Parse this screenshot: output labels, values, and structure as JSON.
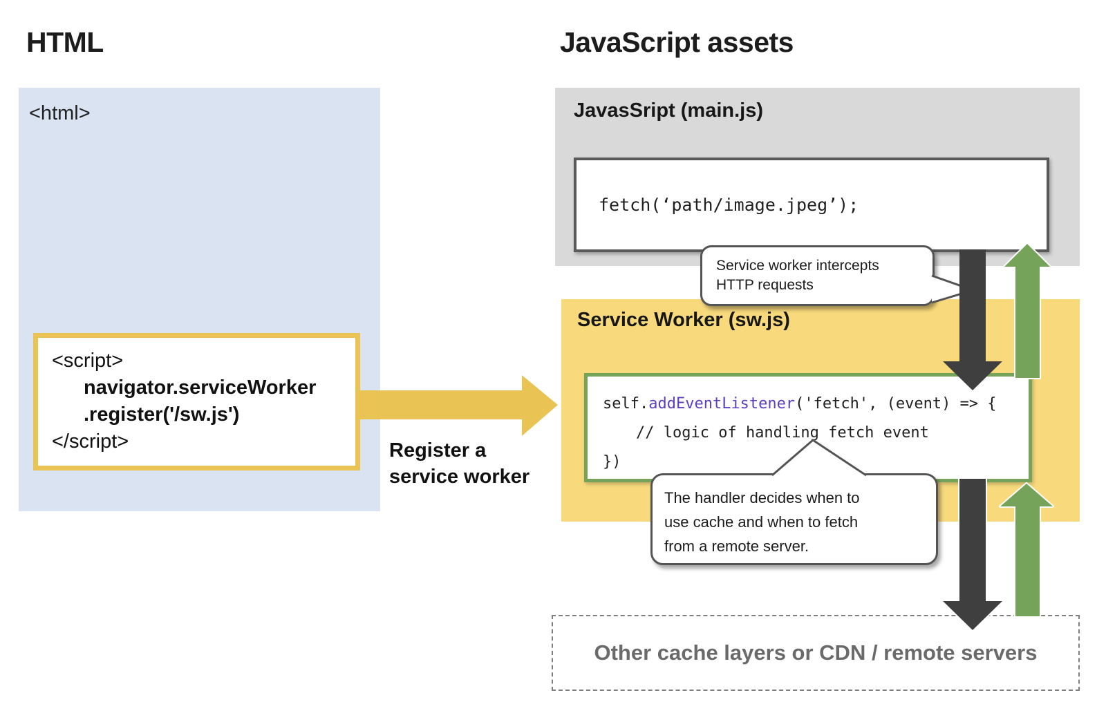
{
  "left": {
    "heading": "HTML",
    "html_tag": "<html>",
    "script_box": {
      "line1": "<script>",
      "line2": "navigator.serviceWorker",
      "line3": ".register('/sw.js')",
      "line4": "</script>"
    },
    "register_label_line1": "Register a",
    "register_label_line2": "service worker"
  },
  "right": {
    "heading": "JavaScript assets",
    "mainjs": {
      "title": "JavasSript (main.js)",
      "code": "fetch(‘path/image.jpeg’);"
    },
    "service_worker": {
      "title": "Service Worker (sw.js)",
      "code_line1_pre": "self.",
      "code_line1_fn": "addEventListener",
      "code_line1_post": "('fetch', (event) => {",
      "code_line2": "// logic of handling fetch event",
      "code_line3": "})"
    },
    "bubble_intercept": {
      "line1": "Service worker intercepts",
      "line2": "HTTP requests"
    },
    "bubble_handler": {
      "line1": "The handler decides when to",
      "line2": "use cache and when to fetch",
      "line3": "from a remote server."
    },
    "servers_box_label": "Other cache layers or CDN / remote servers"
  },
  "colors": {
    "html_panel_blue": "#d9e3f1",
    "assets_panel_gray": "#d9d9d9",
    "service_worker_yellow": "#f8da7c",
    "gold_accent": "#e9c455",
    "green_accent": "#76a35a",
    "dark_arrow": "#3f3f3f",
    "keyword_purple": "#5b3fc0",
    "muted_gray_text": "#6a6a6a"
  }
}
